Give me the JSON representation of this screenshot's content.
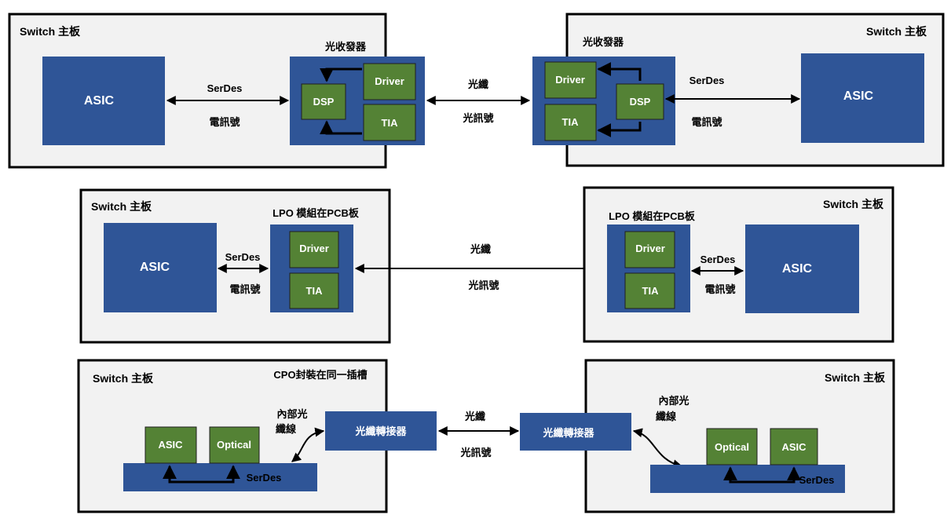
{
  "rows": {
    "row1": {
      "left_board": "Switch 主板",
      "left_module_title": "光收發器",
      "left_asic": "ASIC",
      "left_serdes": "SerDes",
      "left_elec": "電訊號",
      "left_dsp": "DSP",
      "left_driver": "Driver",
      "left_tia": "TIA",
      "fiber": "光纖",
      "optical_signal": "光訊號",
      "right_board": "Switch 主板",
      "right_module_title": "光收發器",
      "right_driver": "Driver",
      "right_tia": "TIA",
      "right_dsp": "DSP",
      "right_serdes": "SerDes",
      "right_elec": "電訊號",
      "right_asic": "ASIC"
    },
    "row2": {
      "left_board": "Switch 主板",
      "left_module_title": "LPO 模組在PCB板",
      "left_asic": "ASIC",
      "left_serdes": "SerDes",
      "left_elec": "電訊號",
      "left_driver": "Driver",
      "left_tia": "TIA",
      "fiber": "光纖",
      "optical_signal": "光訊號",
      "right_board": "Switch 主板",
      "right_module_title": "LPO 模組在PCB板",
      "right_driver": "Driver",
      "right_tia": "TIA",
      "right_serdes": "SerDes",
      "right_elec": "電訊號",
      "right_asic": "ASIC"
    },
    "row3": {
      "left_board": "Switch 主板",
      "left_cpo_title": "CPO封裝在同一插槽",
      "left_asic": "ASIC",
      "left_optical": "Optical",
      "left_serdes": "SerDes",
      "left_internal_1": "內部光",
      "left_internal_2": "纖線",
      "left_connector": "光纖轉接器",
      "fiber": "光纖",
      "optical_signal": "光訊號",
      "right_connector": "光纖轉接器",
      "right_board": "Switch 主板",
      "right_internal_1": "內部光",
      "right_internal_2": "纖線",
      "right_optical": "Optical",
      "right_asic": "ASIC",
      "right_serdes": "SerDes"
    }
  },
  "colors": {
    "board_fill": "#f2f2f2",
    "chip_blue": "#2f5597",
    "chip_green": "#548235"
  }
}
